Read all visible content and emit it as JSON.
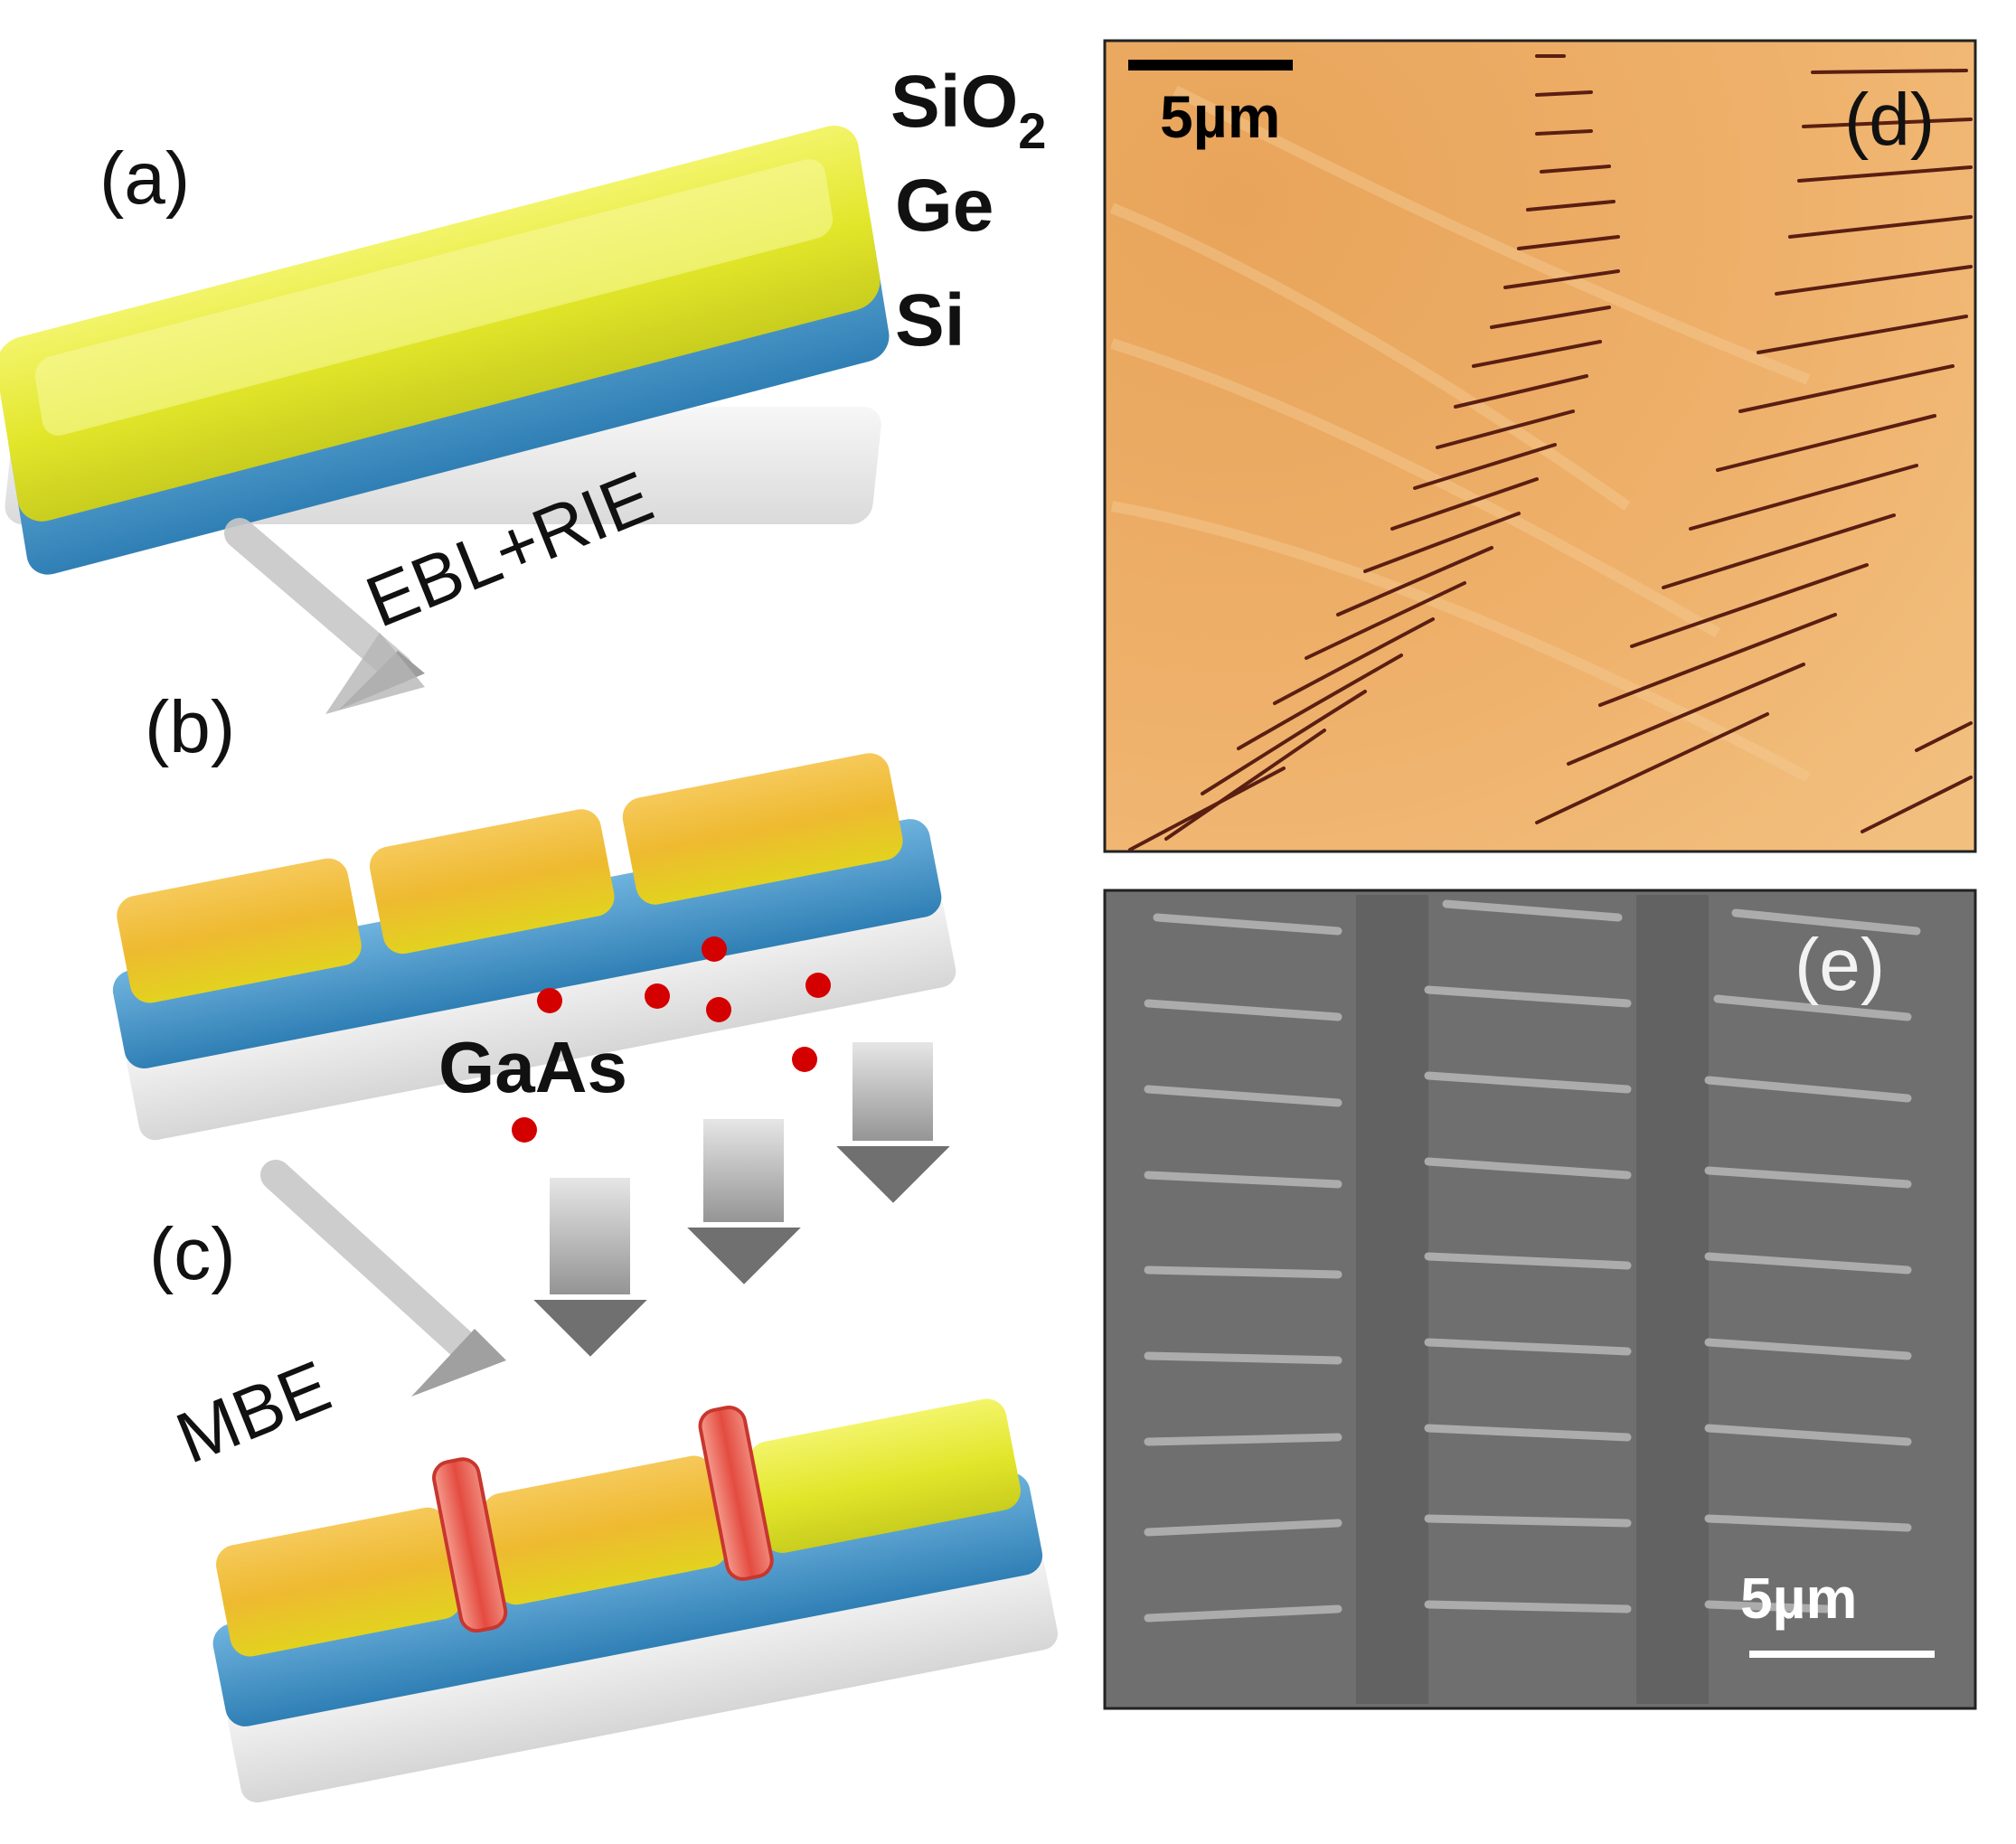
{
  "panels": {
    "a": {
      "tag": "(a)"
    },
    "b": {
      "tag": "(b)"
    },
    "c": {
      "tag": "(c)"
    },
    "d": {
      "tag": "(d)",
      "scale_label": "5µm"
    },
    "e": {
      "tag": "(e)",
      "scale_label": "5µm"
    }
  },
  "layers": {
    "sio2_main": "SiO",
    "sio2_sub": "2",
    "ge": "Ge",
    "si": "Si"
  },
  "steps": {
    "etch": "EBL+RIE",
    "growth": "MBE",
    "material": "GaAs"
  },
  "colors": {
    "sio2": "#e2e62a",
    "ge": "#3c90c8",
    "si": "#e3e3e3",
    "gaas": "#ea4a42",
    "flux_dot": "#d40000",
    "optical_bg": "#eba95a",
    "optical_lines": "#5a1e12",
    "sem_bg": "#6f6f6f",
    "sem_lines": "#b3b3b3"
  }
}
